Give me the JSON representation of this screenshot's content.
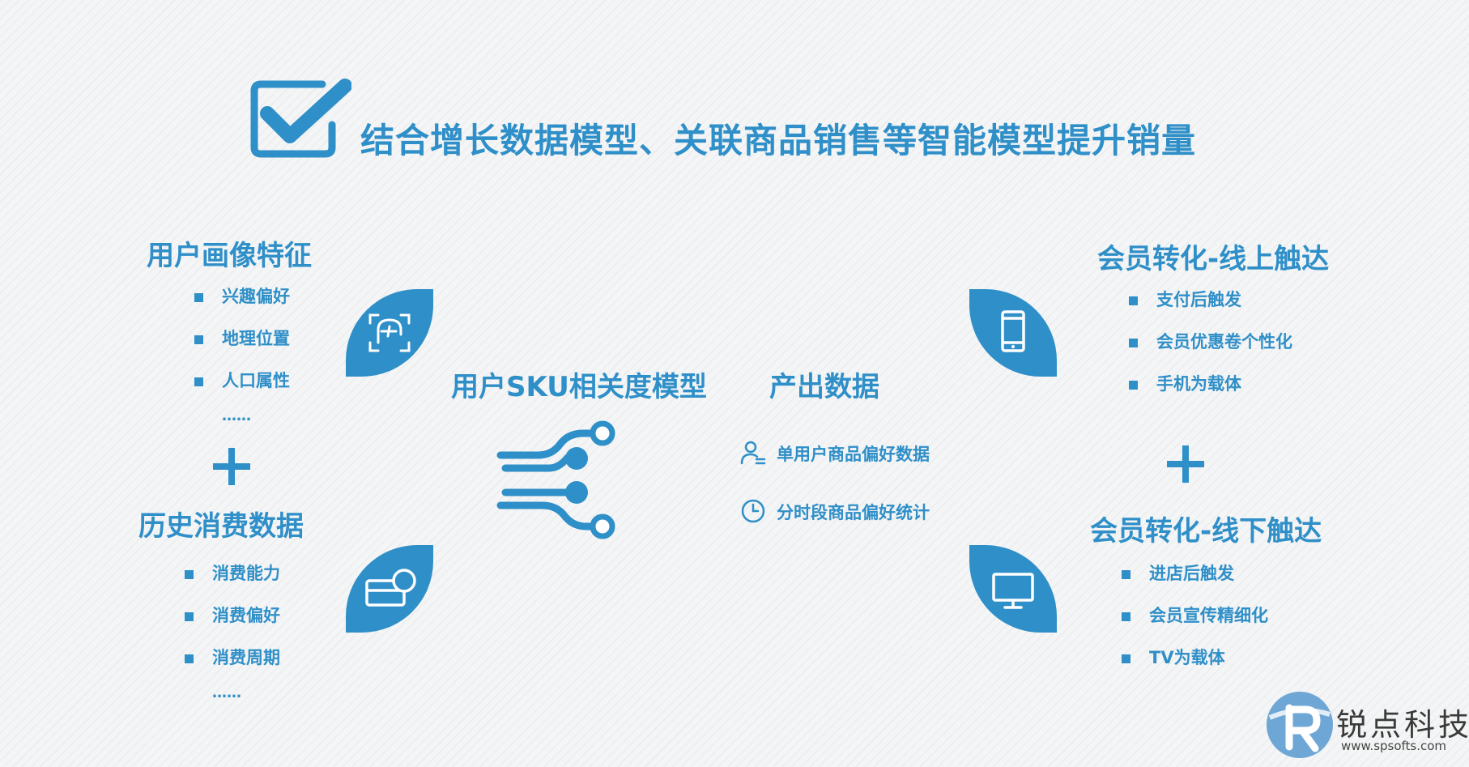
{
  "header": {
    "title": "结合增长数据模型、关联商品销售等智能模型提升销量"
  },
  "left": {
    "profile": {
      "title": "用户画像特征",
      "items": [
        "兴趣偏好",
        "地理位置",
        "人口属性"
      ],
      "ellipsis": "……"
    },
    "history": {
      "title": "历史消费数据",
      "items": [
        "消费能力",
        "消费偏好",
        "消费周期"
      ],
      "ellipsis": "……"
    }
  },
  "center": {
    "model_title": "用户SKU相关度模型",
    "output_title": "产出数据",
    "outputs": [
      "单用户商品偏好数据",
      "分时段商品偏好统计"
    ]
  },
  "right": {
    "online": {
      "title": "会员转化-线上触达",
      "items": [
        "支付后触发",
        "会员优惠卷个性化",
        "手机为载体"
      ]
    },
    "offline": {
      "title": "会员转化-线下触达",
      "items": [
        "进店后触发",
        "会员宣传精细化",
        "TV为载体"
      ]
    }
  },
  "logo": {
    "name": "锐点科技",
    "url": "www.spsofts.com"
  },
  "colors": {
    "accent": "#2f8fc8",
    "background": "#f4f5f6"
  }
}
